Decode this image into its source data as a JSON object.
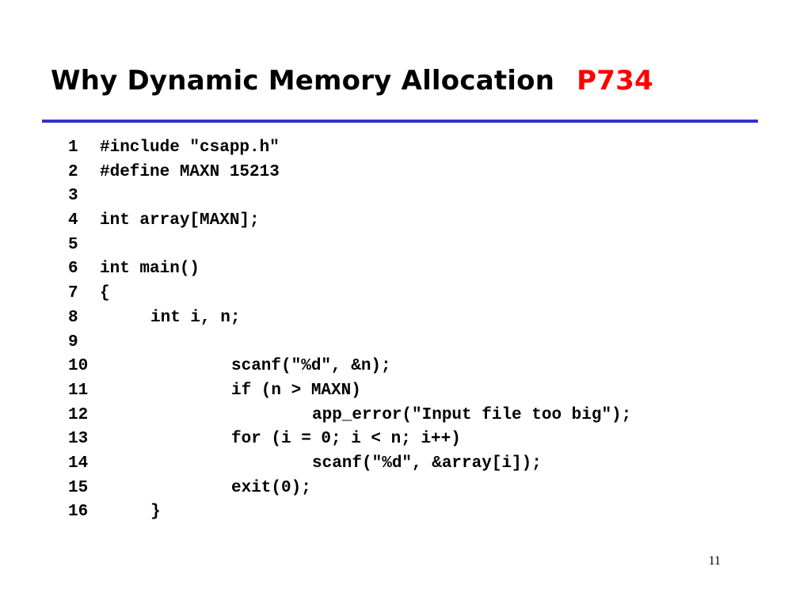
{
  "slide": {
    "title": "Why Dynamic Memory Allocation",
    "page_ref": "P734",
    "page_ref_color": "#ff0000",
    "rule_color": "#3333cc",
    "slide_number": "11"
  },
  "code": {
    "lines": [
      {
        "n": "1",
        "text": "#include \"csapp.h\""
      },
      {
        "n": "2",
        "text": "#define MAXN 15213"
      },
      {
        "n": "3",
        "text": ""
      },
      {
        "n": "4",
        "text": "int array[MAXN];"
      },
      {
        "n": "5",
        "text": ""
      },
      {
        "n": "6",
        "text": "int main()"
      },
      {
        "n": "7",
        "text": "{"
      },
      {
        "n": "8",
        "text": "int i, n;"
      },
      {
        "n": "9",
        "text": ""
      },
      {
        "n": "10",
        "text": "scanf(\"%d\", &n);"
      },
      {
        "n": "11",
        "text": "if (n > MAXN)"
      },
      {
        "n": "12",
        "text": "app_error(\"Input file too big\");"
      },
      {
        "n": "13",
        "text": "for (i = 0; i < n; i++)"
      },
      {
        "n": "14",
        "text": "scanf(\"%d\", &array[i]);"
      },
      {
        "n": "15",
        "text": "exit(0);"
      },
      {
        "n": "16",
        "text": "}"
      }
    ]
  }
}
